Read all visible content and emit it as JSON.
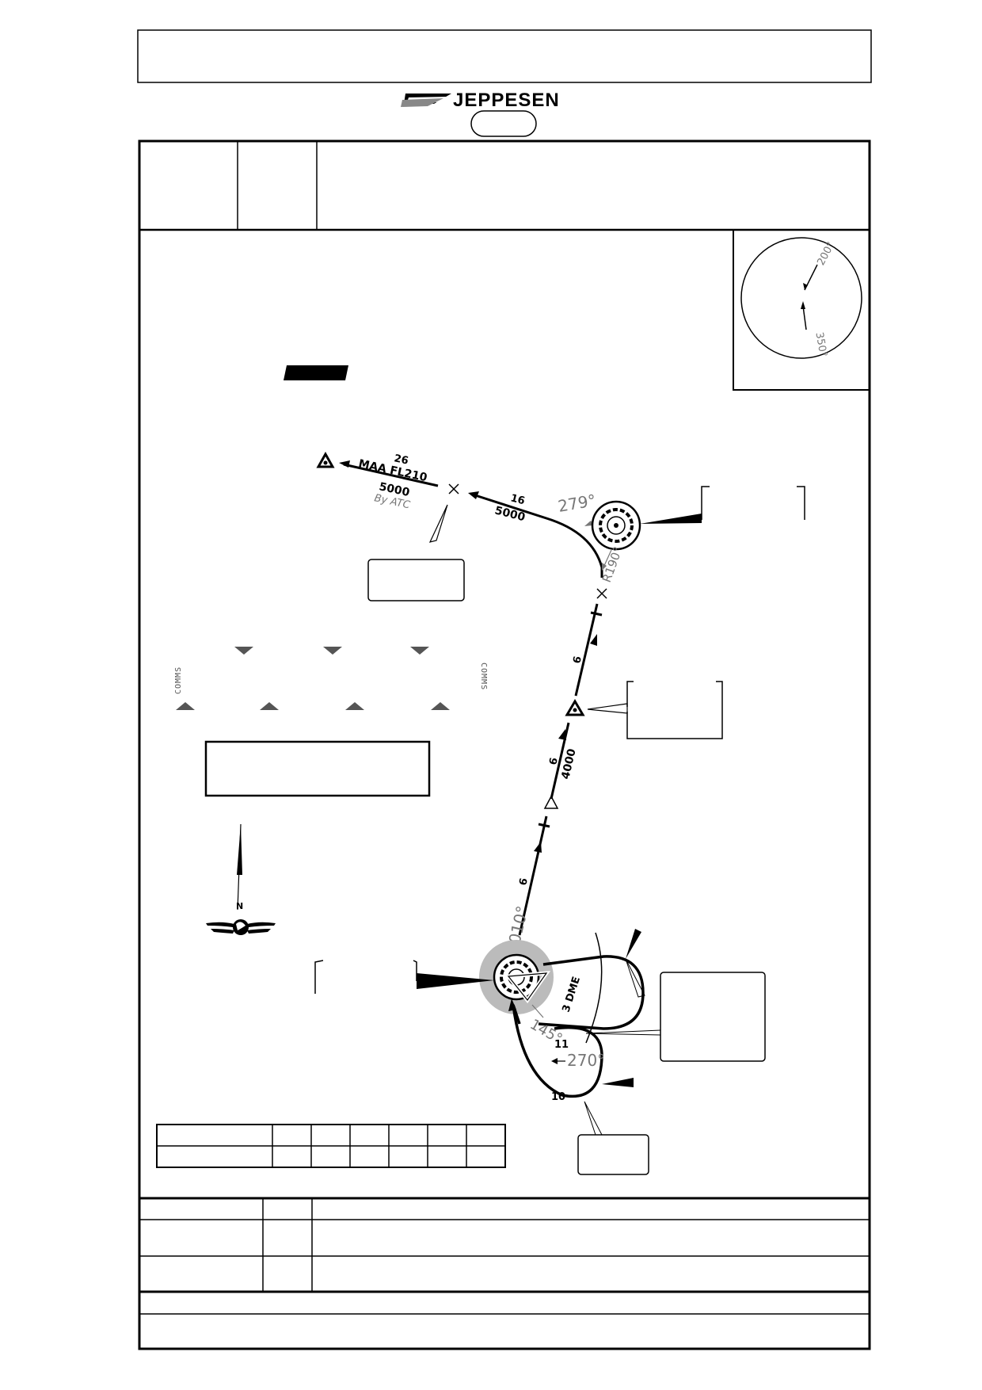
{
  "brand": {
    "name": "JEPPESEN"
  },
  "compass_rose": {
    "inbound_label": "200°",
    "outbound_label": "350°"
  },
  "route": {
    "leg_nw": {
      "distance": "26",
      "maa": "MAA FL210",
      "altitude": "5000",
      "note": "By ATC"
    },
    "leg_curve": {
      "distance": "16",
      "altitude": "5000"
    },
    "vor_course": "279°",
    "radial": "R190°",
    "leg_upper": {
      "distance": "6"
    },
    "leg_mid": {
      "distance": "6",
      "altitude": "4000"
    },
    "leg_lower": {
      "distance": "6"
    },
    "holding_inbound": "010°",
    "holding_dme": "3 DME",
    "holding_course": "145°",
    "holding_turn": "270°",
    "holding_leg_a": "11",
    "holding_leg_b": "10"
  },
  "comms_labels": {
    "left": "COMMS",
    "right": "COMMS"
  },
  "north_arrow": {
    "label": "N"
  }
}
